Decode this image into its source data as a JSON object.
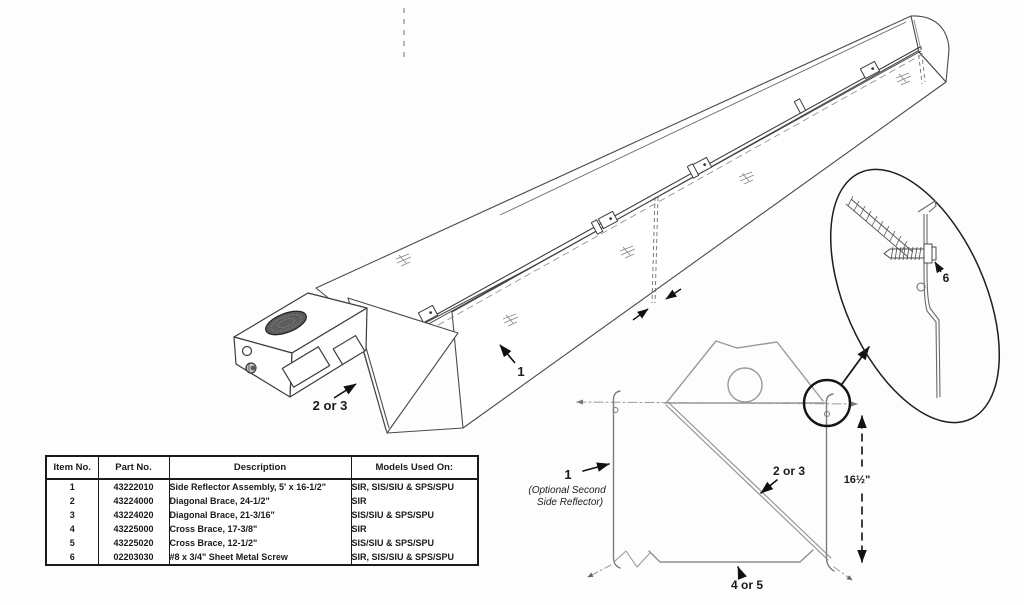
{
  "parts_table": {
    "headers": [
      "Item No.",
      "Part No.",
      "Description",
      "Models Used On:"
    ],
    "rows": [
      [
        "1",
        "43222010",
        "Side Reflector Assembly,  5' x 16-1/2\"",
        "SIR, SIS/SIU & SPS/SPU"
      ],
      [
        "2",
        "43224000",
        "Diagonal Brace,  24-1/2\"",
        "SIR"
      ],
      [
        "3",
        "43224020",
        "Diagonal Brace,  21-3/16\"",
        "SIS/SIU & SPS/SPU"
      ],
      [
        "4",
        "43225000",
        "Cross Brace,  17-3/8\"",
        "SIR"
      ],
      [
        "5",
        "43225020",
        "Cross Brace,  12-1/2\"",
        "SIS/SIU & SPS/SPU"
      ],
      [
        "6",
        "02203030",
        "#8 x 3/4\" Sheet Metal Screw",
        "SIR, SIS/SIU & SPS/SPU"
      ]
    ]
  },
  "main_view": {
    "side_reflector_callout": "1",
    "diagonal_brace_callout": "2 or 3"
  },
  "section_view": {
    "optional_callout": "1",
    "optional_caption_line1": "(Optional Second",
    "optional_caption_line2": "Side Reflector)",
    "diagonal_brace_callout": "2 or 3",
    "cross_brace_callout": "4 or 5",
    "height_dimension": "16½\""
  },
  "detail_view": {
    "screw_callout": "6"
  },
  "colors": {
    "line_dark": "#3f3f3f",
    "line_light": "#8f8f8f",
    "text": "#1a1a1a",
    "background": "#fdfdfd"
  }
}
